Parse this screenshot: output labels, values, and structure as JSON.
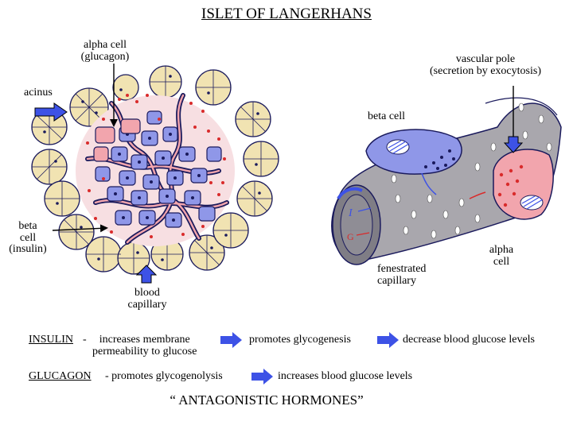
{
  "title": "ISLET OF LANGERHANS",
  "labels": {
    "alpha_cell_top": "alpha cell\n(glucagon)",
    "vascular_pole": "vascular pole\n(secretion by exocytosis)",
    "acinus": "acinus",
    "beta_cell_right": "beta cell",
    "beta_cell_left": "beta\ncell\n(insulin)",
    "blood_capillary": "blood\ncapillary",
    "fenestrated_capillary": "fenestrated\ncapillary",
    "alpha_cell_right": "alpha\ncell",
    "capillary_mark_i": "I",
    "capillary_mark_g": "G"
  },
  "flow": {
    "insulin_term": "INSULIN",
    "insulin_sep": "-",
    "insulin_effect": "increases membrane\npermeability to glucose",
    "insulin_step2": "promotes glycogenesis",
    "insulin_step3": "decrease blood glucose levels",
    "glucagon_term": "GLUCAGON",
    "glucagon_effect": "- promotes glycogenolysis",
    "glucagon_step2": "increases blood glucose levels"
  },
  "footer": "“ ANTAGONISTIC HORMONES”",
  "colors": {
    "beta_cell": "#8f97e8",
    "alpha_cell": "#f2a5ad",
    "acinus_cell": "#f1e3b2",
    "capillary_wall": "#a9a7ad",
    "capillary_dark": "#7f7d85",
    "blood": "#d92b2b",
    "outline": "#1a1a5c",
    "arrow_blue": "#3d52e6"
  }
}
